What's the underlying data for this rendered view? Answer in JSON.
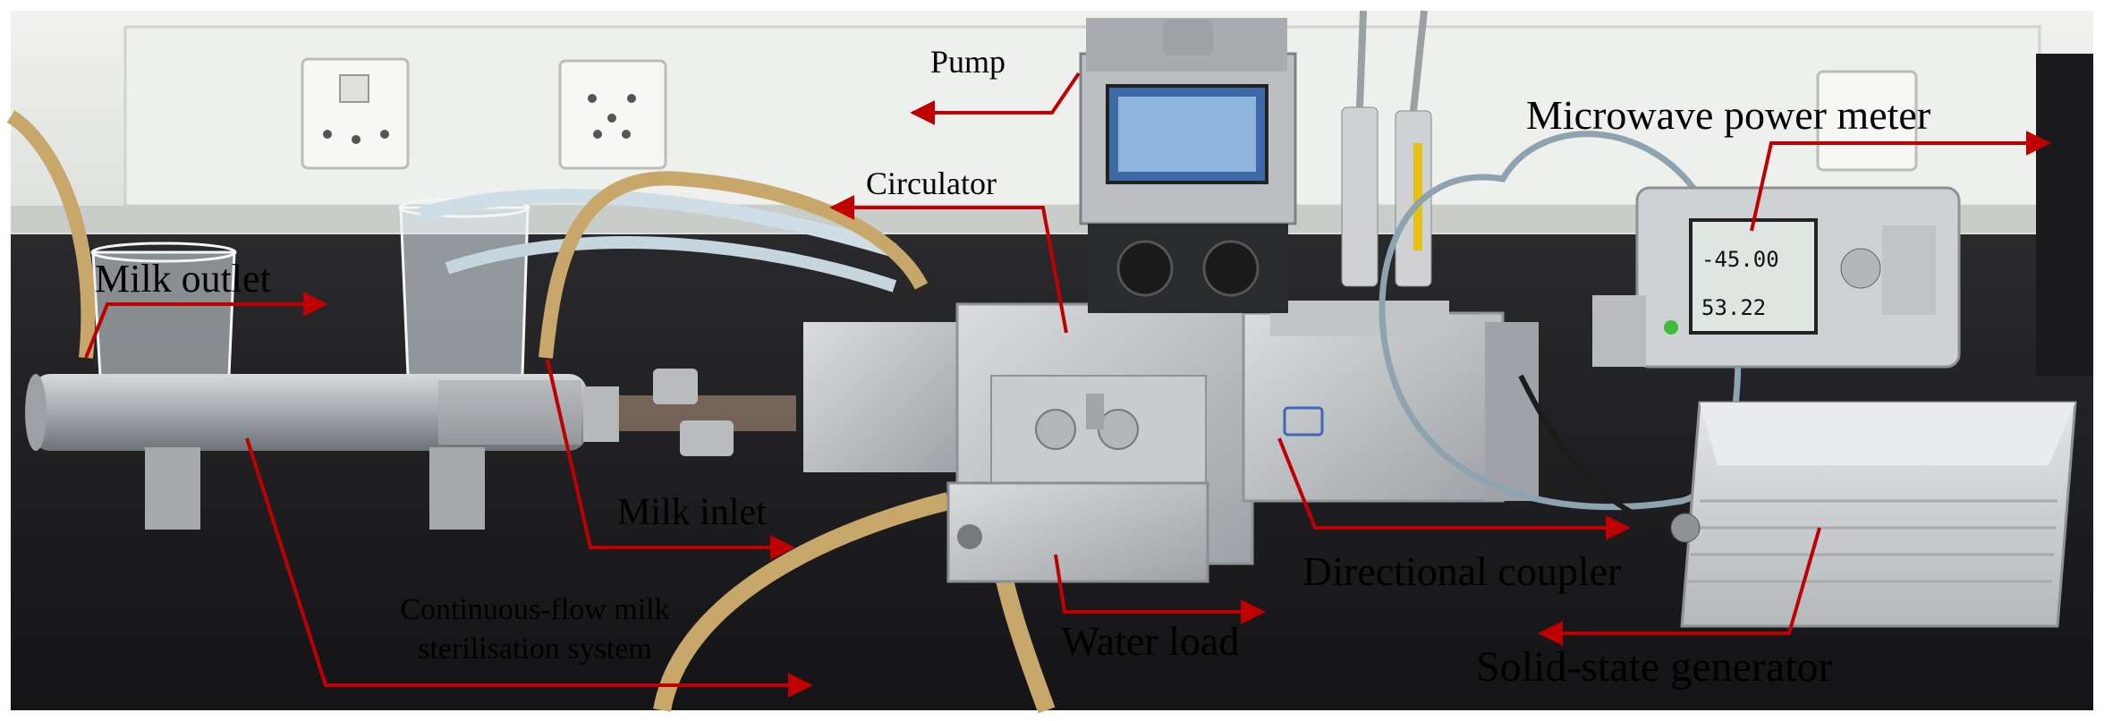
{
  "labels": {
    "pump": "Pump",
    "circulator": "Circulator",
    "microwave_power_meter": "Microwave power meter",
    "milk_outlet": "Milk outlet",
    "milk_inlet": "Milk inlet",
    "continuous_flow_line1": "Continuous-flow milk",
    "continuous_flow_line2": "sterilisation system",
    "directional_coupler": "Directional coupler",
    "water_load": "Water load",
    "solid_state_generator": "Solid-state generator"
  },
  "meter_display": {
    "reading_top": "-45.00",
    "reading_bottom": "53.22"
  },
  "colors": {
    "arrow": "#c00000",
    "label_text": "#000000",
    "bench": "#1c1c1e",
    "wall": "#e9ebe8",
    "aluminium": "#c9ccce",
    "steel": "#b9bcbf",
    "tubing": "#c8a86a",
    "silicone_tube": "#cfdde6"
  }
}
